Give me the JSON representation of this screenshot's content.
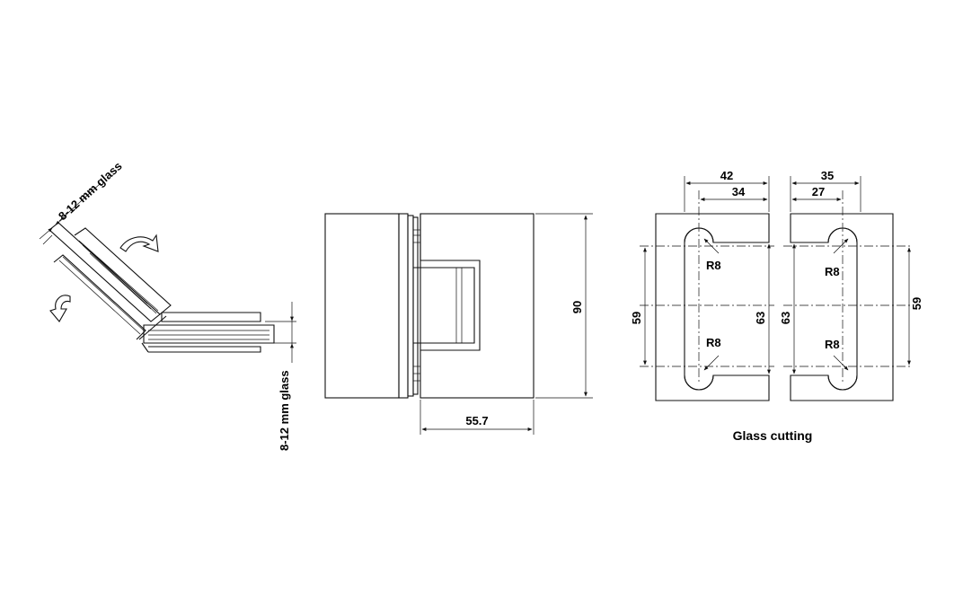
{
  "side_view": {
    "glass_label_top": "8-12 mm glass",
    "glass_label_bottom": "8-12 mm glass"
  },
  "front_view": {
    "height_dim": "90",
    "width_dim": "55.7"
  },
  "cutout_left": {
    "dim_outer": "42",
    "dim_inner": "34",
    "radius_top": "R8",
    "radius_bottom": "R8",
    "dim_vertical_left": "59",
    "dim_vertical_right": "63"
  },
  "cutout_right": {
    "dim_outer": "35",
    "dim_inner": "27",
    "radius_top": "R8",
    "radius_bottom": "R8",
    "dim_vertical_left": "63",
    "dim_vertical_right": "59"
  },
  "caption": "Glass cutting"
}
